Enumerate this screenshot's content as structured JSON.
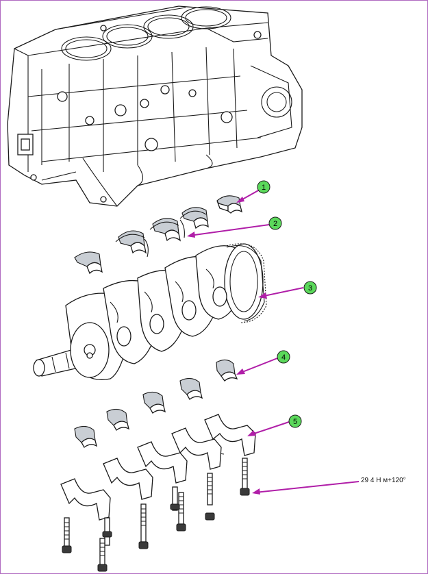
{
  "callouts": [
    {
      "id": "1",
      "fill": "#5bd85b"
    },
    {
      "id": "2",
      "fill": "#5bd85b"
    },
    {
      "id": "3",
      "fill": "#5bd85b"
    },
    {
      "id": "4",
      "fill": "#5bd85b"
    },
    {
      "id": "5",
      "fill": "#5bd85b"
    }
  ],
  "torque_label": "29 4 Н м+120°",
  "colors": {
    "arrow": "#b01ea8",
    "border": "#b06ac0",
    "callout": "#5bd85b",
    "bearing_shell": "#c9ced4"
  }
}
